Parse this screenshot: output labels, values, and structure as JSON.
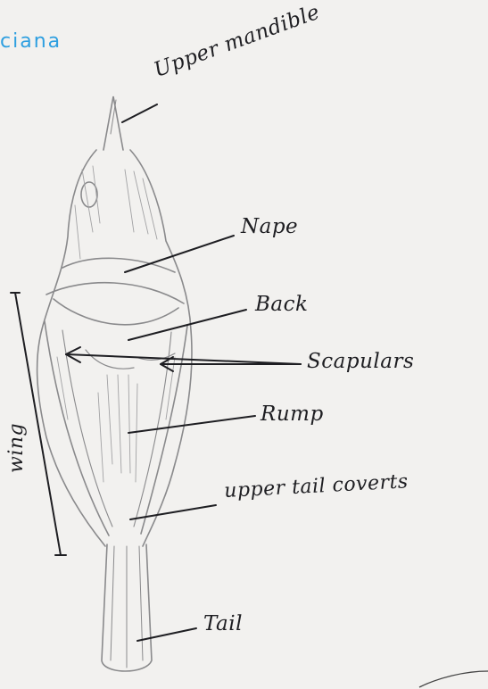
{
  "page": {
    "title_fragment": "ciana"
  },
  "labels": {
    "upper_mandible": "Upper mandible",
    "nape": "Nape",
    "back": "Back",
    "scapulars": "Scapulars",
    "rump": "Rump",
    "upper_tail_coverts": "upper tail coverts",
    "tail": "Tail",
    "wing": "wing"
  },
  "colors": {
    "paper": "#f2f1ef",
    "ink": "#1e1e22",
    "pencil": "#8a8a8c",
    "title_blue": "#2e9fe0"
  }
}
